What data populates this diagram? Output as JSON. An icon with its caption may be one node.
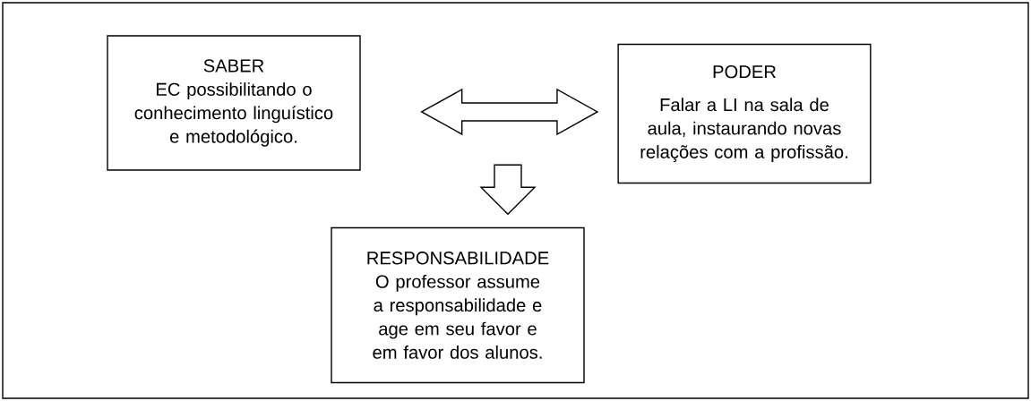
{
  "diagram": {
    "nodes": [
      {
        "text": [
          "SABER",
          "EC possibilitando o conhecimento linguístico e metodológico."
        ]
      },
      {
        "text": [
          "PODER",
          "Falar a LI na sala de aula, instaurando novas relações com a profissão."
        ]
      },
      {
        "text": [
          "RESPONSABILIDADE",
          "O professor assume a responsabilidade e age em seu favor e em favor dos alunos."
        ]
      }
    ],
    "edges": [
      {
        "from": 0,
        "to": 1,
        "arrow": "both"
      },
      {
        "from": null,
        "to": 2,
        "arrow": "to"
      }
    ]
  }
}
